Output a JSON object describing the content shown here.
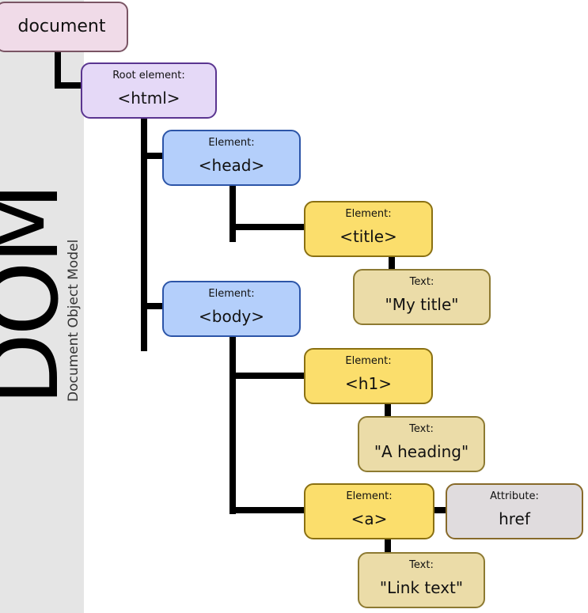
{
  "sidebar": {
    "big_label": "DOM",
    "sub_label": "Document Object Model"
  },
  "nodes": {
    "document": {
      "tag": "document"
    },
    "html": {
      "kind": "Root element:",
      "tag": "<html>"
    },
    "head": {
      "kind": "Element:",
      "tag": "<head>"
    },
    "title": {
      "kind": "Element:",
      "tag": "<title>"
    },
    "title_text": {
      "kind": "Text:",
      "tag": "\"My title\""
    },
    "body": {
      "kind": "Element:",
      "tag": "<body>"
    },
    "h1": {
      "kind": "Element:",
      "tag": "<h1>"
    },
    "h1_text": {
      "kind": "Text:",
      "tag": "\"A heading\""
    },
    "a": {
      "kind": "Element:",
      "tag": "<a>"
    },
    "a_attr": {
      "kind": "Attribute:",
      "tag": "href"
    },
    "a_text": {
      "kind": "Text:",
      "tag": "\"Link text\""
    }
  },
  "colors": {
    "document": "#f0dbe8",
    "root": "#e5d9f7",
    "element_blue": "#b4cffb",
    "element_yellow": "#fbde6c",
    "text": "#ebdca8",
    "attribute": "#e0dcde",
    "sidebar": "#e5e5e5",
    "connector": "#000000"
  }
}
